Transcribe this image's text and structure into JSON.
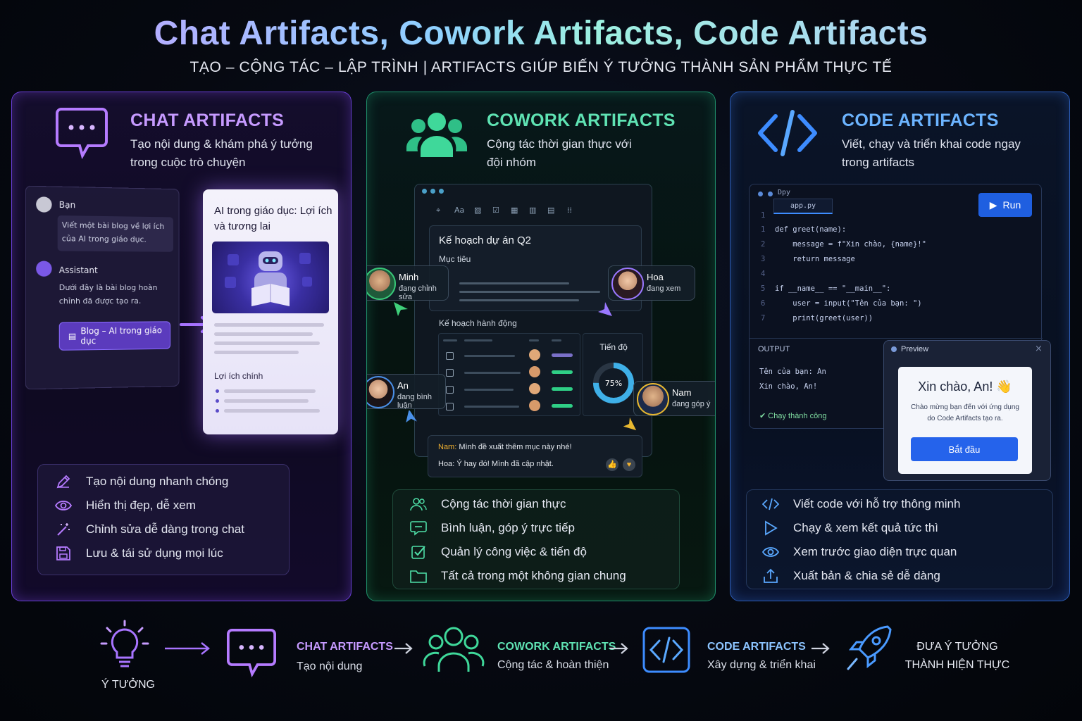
{
  "header": {
    "title": "Chat Artifacts, Cowork Artifacts, Code Artifacts",
    "subtitle": "TẠO – CỘNG TÁC – LẬP TRÌNH | ARTIFACTS GIÚP BIẾN Ý TƯỞNG THÀNH SẢN PHẨM THỰC TẾ"
  },
  "colors": {
    "chat": "#b57bff",
    "cowork": "#4fe0a8",
    "code": "#5aa8ff"
  },
  "chat_panel": {
    "title": "CHAT ARTIFACTS",
    "desc": "Tạo nội dung & khám phá ý tưởng trong cuộc trò chuyện",
    "icon": "chat-bubble-icon",
    "conversation": {
      "user_name": "Bạn",
      "user_message": "Viết một bài blog về lợi ích của AI trong giáo dục.",
      "assistant_name": "Assistant",
      "assistant_message": "Dưới đây là bài blog hoàn chỉnh đã được tạo ra.",
      "artifact_button": "Blog – AI trong giáo dục"
    },
    "blog_card": {
      "title": "AI trong giáo dục: Lợi ích và tương lai",
      "section": "Lợi ích chính"
    },
    "features": [
      {
        "icon": "pencil-icon",
        "label": "Tạo nội dung nhanh chóng"
      },
      {
        "icon": "eye-icon",
        "label": "Hiển thị đẹp, dễ xem"
      },
      {
        "icon": "magic-wand-icon",
        "label": "Chỉnh sửa dễ dàng trong chat"
      },
      {
        "icon": "save-icon",
        "label": "Lưu & tái sử dụng mọi lúc"
      }
    ]
  },
  "cowork_panel": {
    "title": "COWORK ARTIFACTS",
    "desc": "Cộng tác thời gian thực với đội nhóm",
    "icon": "team-icon",
    "toolbar_text": "Aa",
    "doc": {
      "title": "Kế hoạch dự án Q2",
      "goal_label": "Mục tiêu",
      "actions_label": "Kế hoạch hành động",
      "progress_label": "Tiến độ",
      "progress_value": "75%",
      "progress_fraction": 0.75
    },
    "collaborators": [
      {
        "name": "Minh",
        "status": "đang chỉnh sửa"
      },
      {
        "name": "Hoa",
        "status": "đang xem"
      },
      {
        "name": "An",
        "status": "đang bình luận"
      },
      {
        "name": "Nam",
        "status": "đang góp ý"
      }
    ],
    "comments": [
      {
        "author": "Nam:",
        "text": "Mình đề xuất thêm mục này nhé!"
      },
      {
        "author": "Hoa:",
        "text": "Ý hay đó! Mình đã cập nhật."
      }
    ],
    "features": [
      {
        "icon": "users-icon",
        "label": "Cộng tác thời gian thực"
      },
      {
        "icon": "comment-icon",
        "label": "Bình luận, góp ý trực tiếp"
      },
      {
        "icon": "checkbox-icon",
        "label": "Quản lý công việc & tiến độ"
      },
      {
        "icon": "folder-icon",
        "label": "Tất cả trong một không gian chung"
      }
    ]
  },
  "code_panel": {
    "title": "CODE ARTIFACTS",
    "desc": "Viết, chạy và triển khai code ngay trong artifacts",
    "icon": "code-brackets-icon",
    "window_title": "Dpy",
    "file_tab": "app.py",
    "run_label": "Run",
    "code_lines": [
      {
        "no": "1",
        "text": "def greet(name):"
      },
      {
        "no": "2",
        "text": "    message = f\"Xin chào, {name}!\""
      },
      {
        "no": "3",
        "text": "    return message"
      },
      {
        "no": "4",
        "text": ""
      },
      {
        "no": "5",
        "text": "if __name__ == \"__main__\":"
      },
      {
        "no": "6",
        "text": "    user = input(\"Tên của bạn: \")"
      },
      {
        "no": "7",
        "text": "    print(greet(user))"
      }
    ],
    "output_label": "OUTPUT",
    "output_lines": [
      "Tên của bạn: An",
      "Xin chào, An!"
    ],
    "run_status": "Chạy thành công",
    "preview": {
      "label": "Preview",
      "heading": "Xin chào, An! 👋",
      "message": "Chào mừng bạn đến với ứng dụng do Code Artifacts tạo ra.",
      "button": "Bắt đầu"
    },
    "features": [
      {
        "icon": "code-icon",
        "label": "Viết code với hỗ trợ thông minh"
      },
      {
        "icon": "play-icon",
        "label": "Chạy & xem kết quả tức thì"
      },
      {
        "icon": "eye-icon",
        "label": "Xem trước giao diện trực quan"
      },
      {
        "icon": "upload-icon",
        "label": "Xuất bản & chia sẻ dễ dàng"
      }
    ]
  },
  "flow": {
    "idea": {
      "icon": "lightbulb-icon",
      "label": "Ý TƯỞNG"
    },
    "chat": {
      "icon": "chat-bubble-icon",
      "label": "CHAT ARTIFACTS",
      "sub": "Tạo nội dung"
    },
    "cowork": {
      "icon": "team-icon",
      "label": "COWORK ARTIFACTS",
      "sub": "Cộng tác & hoàn thiện"
    },
    "code": {
      "icon": "code-brackets-icon",
      "label": "CODE ARTIFACTS",
      "sub": "Xây dựng & triển khai"
    },
    "final": {
      "icon": "rocket-icon",
      "label_line1": "ĐƯA Ý TƯỞNG",
      "label_line2": "THÀNH HIỆN THỰC"
    }
  }
}
